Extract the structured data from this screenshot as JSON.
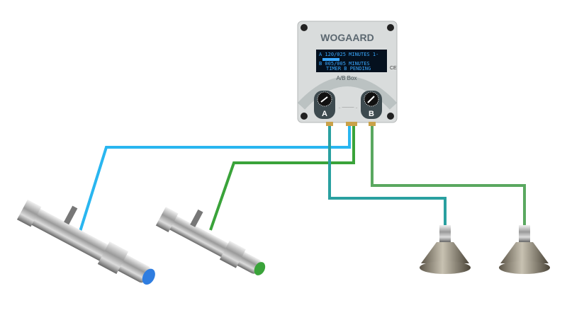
{
  "box": {
    "brand": "WOGAARD",
    "title": "A/B Box",
    "display_line_a": "A  120/025 MINUTES  1-",
    "display_line_b": "B  005/005 MINUTES",
    "display_line_c": "TIMER B PENDING",
    "ce_mark": "CE",
    "knob_a_label": "A",
    "knob_b_label": "B",
    "middle_hint": "← ────── →"
  },
  "colors": {
    "blue_hose": "#29b6f0",
    "green_hose": "#3aa33a",
    "box": "#d9dcdc",
    "display": "#04101e"
  }
}
